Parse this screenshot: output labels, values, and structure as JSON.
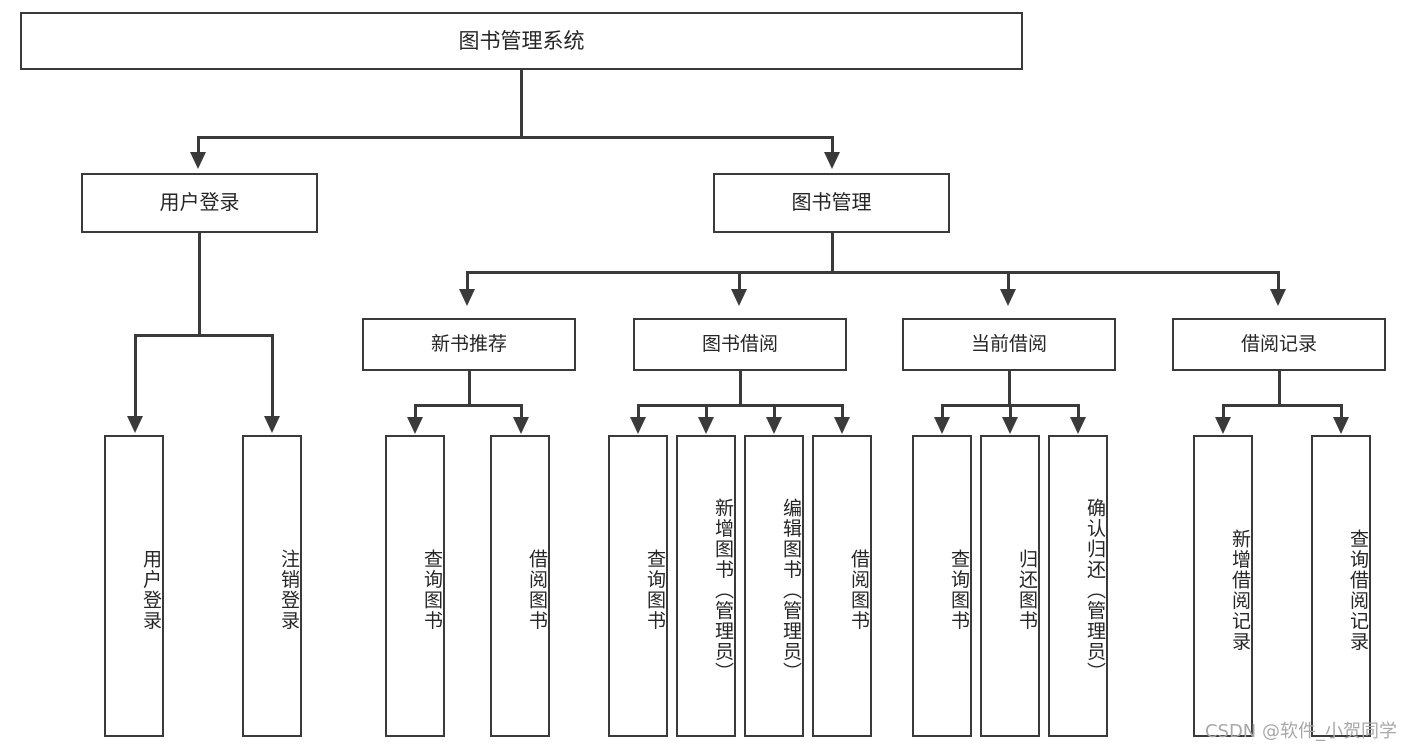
{
  "diagram": {
    "title": "图书管理系统",
    "type": "功能结构图",
    "style": {
      "line_color": "#3a3a3a",
      "text_color": "#262626",
      "background": "#ffffff",
      "watermark_color": "#a8a8a8"
    },
    "root": {
      "label": "图书管理系统"
    },
    "level1": [
      {
        "label": "用户登录"
      },
      {
        "label": "图书管理"
      }
    ],
    "level2": [
      {
        "label": "新书推荐"
      },
      {
        "label": "图书借阅"
      },
      {
        "label": "当前借阅"
      },
      {
        "label": "借阅记录"
      }
    ],
    "leaves": {
      "user_login": [
        {
          "label": "用户登录"
        },
        {
          "label": "注销登录"
        }
      ],
      "new_books": [
        {
          "label": "查询图书"
        },
        {
          "label": "借阅图书"
        }
      ],
      "book_borrow": [
        {
          "label": "查询图书"
        },
        {
          "label": "新增图书（管理员）"
        },
        {
          "label": "编辑图书（管理员）"
        },
        {
          "label": "借阅图书"
        }
      ],
      "current_borrow": [
        {
          "label": "查询图书"
        },
        {
          "label": "归还图书"
        },
        {
          "label": "确认归还（管理员）"
        }
      ],
      "borrow_record": [
        {
          "label": "新增借阅记录"
        },
        {
          "label": "查询借阅记录"
        }
      ]
    }
  },
  "watermark": {
    "text": "CSDN @软件_小贺同学"
  }
}
